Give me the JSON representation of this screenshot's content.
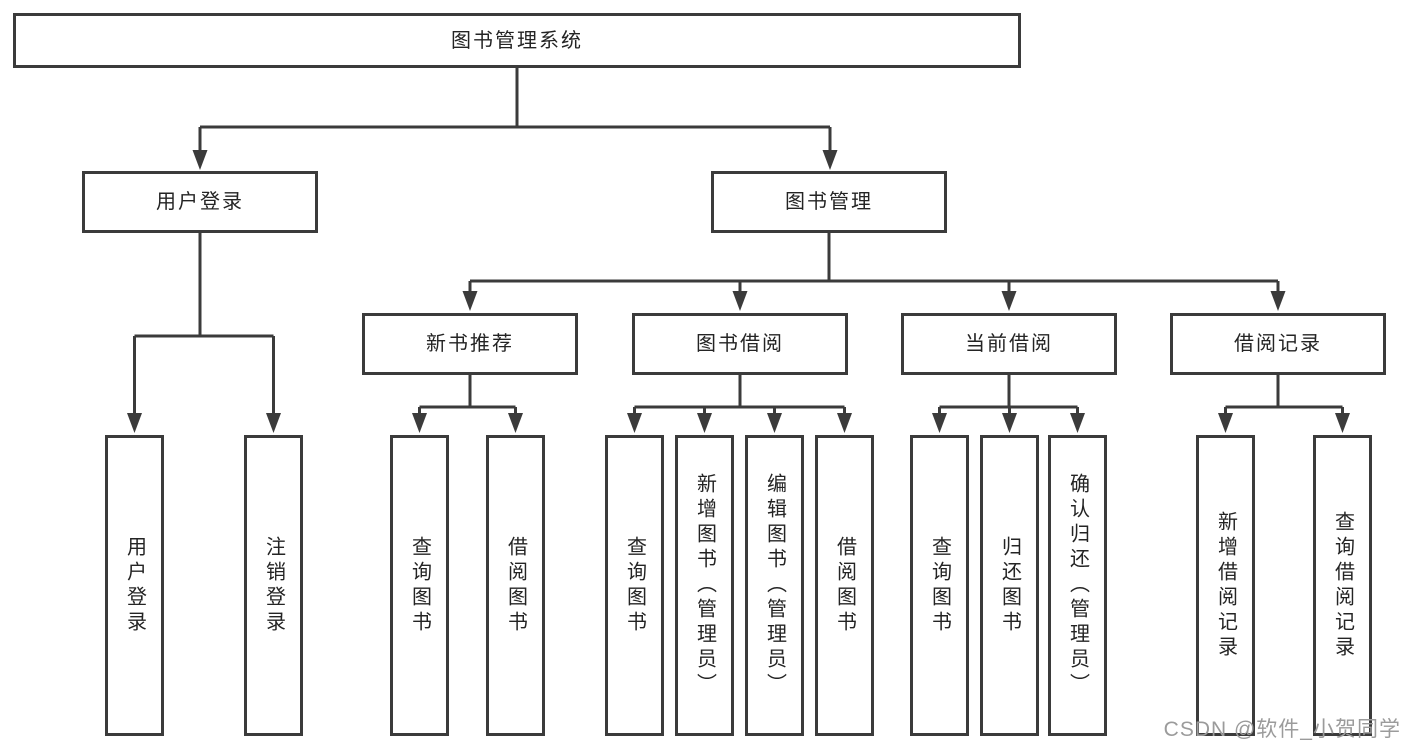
{
  "diagram": {
    "root": {
      "label": "图书管理系统"
    },
    "level2": [
      {
        "label": "用户登录",
        "parent": "图书管理系统"
      },
      {
        "label": "图书管理",
        "parent": "图书管理系统"
      }
    ],
    "level3": [
      {
        "label": "新书推荐",
        "parent": "图书管理"
      },
      {
        "label": "图书借阅",
        "parent": "图书管理"
      },
      {
        "label": "当前借阅",
        "parent": "图书管理"
      },
      {
        "label": "借阅记录",
        "parent": "图书管理"
      }
    ],
    "leaves": [
      {
        "label": "用户登录",
        "parent": "用户登录"
      },
      {
        "label": "注销登录",
        "parent": "用户登录"
      },
      {
        "label": "查询图书",
        "parent": "新书推荐"
      },
      {
        "label": "借阅图书",
        "parent": "新书推荐"
      },
      {
        "label": "查询图书",
        "parent": "图书借阅"
      },
      {
        "label": "新增图书（管理员）",
        "parent": "图书借阅"
      },
      {
        "label": "编辑图书（管理员）",
        "parent": "图书借阅"
      },
      {
        "label": "借阅图书",
        "parent": "图书借阅"
      },
      {
        "label": "查询图书",
        "parent": "当前借阅"
      },
      {
        "label": "归还图书",
        "parent": "当前借阅"
      },
      {
        "label": "确认归还（管理员）",
        "parent": "当前借阅"
      },
      {
        "label": "新增借阅记录",
        "parent": "借阅记录"
      },
      {
        "label": "查询借阅记录",
        "parent": "借阅记录"
      }
    ],
    "colors": {
      "line": "#3b3b3b",
      "text": "#242424",
      "box_background": "#ffffff",
      "page_background": "#ffffff",
      "watermark": "#9b9b9b"
    }
  },
  "watermark": {
    "text": "CSDN @软件_小贺同学"
  }
}
